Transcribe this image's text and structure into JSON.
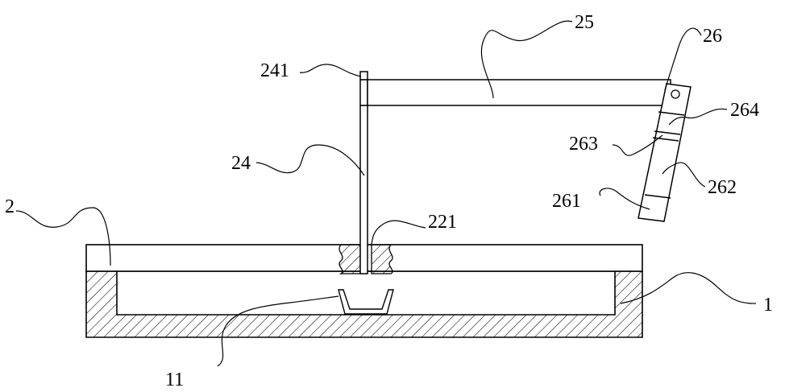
{
  "labels": {
    "l1": "1",
    "l2": "2",
    "l11": "11",
    "l24": "24",
    "l25": "25",
    "l26": "26",
    "l221": "221",
    "l241": "241",
    "l261": "261",
    "l262": "262",
    "l263": "263",
    "l264": "264"
  }
}
